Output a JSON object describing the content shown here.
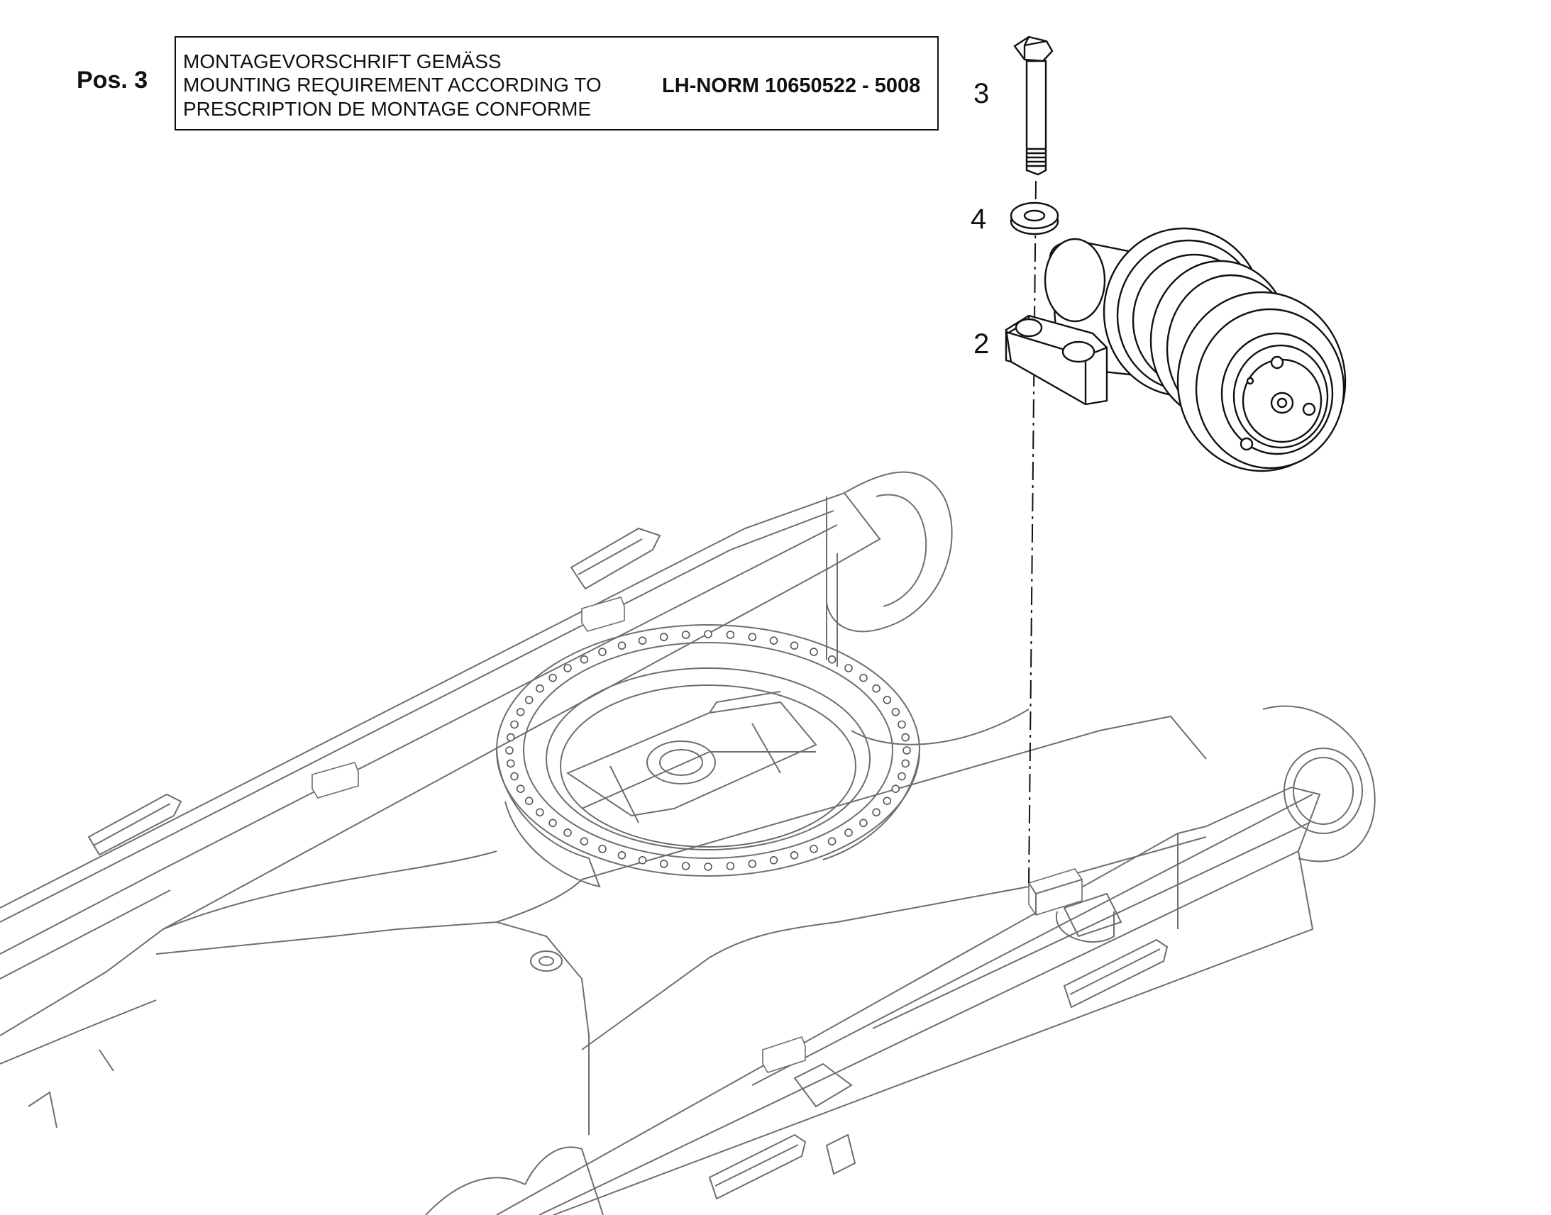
{
  "header": {
    "position_label": "Pos. 3",
    "requirement_lines": [
      "MONTAGEVORSCHRIFT GEMÄSS",
      "MOUNTING REQUIREMENT ACCORDING TO",
      "PRESCRIPTION DE MONTAGE CONFORME"
    ],
    "norm_reference": "LH-NORM 10650522 - 5008"
  },
  "callouts": {
    "bolt": "3",
    "washer": "4",
    "roller": "2"
  }
}
